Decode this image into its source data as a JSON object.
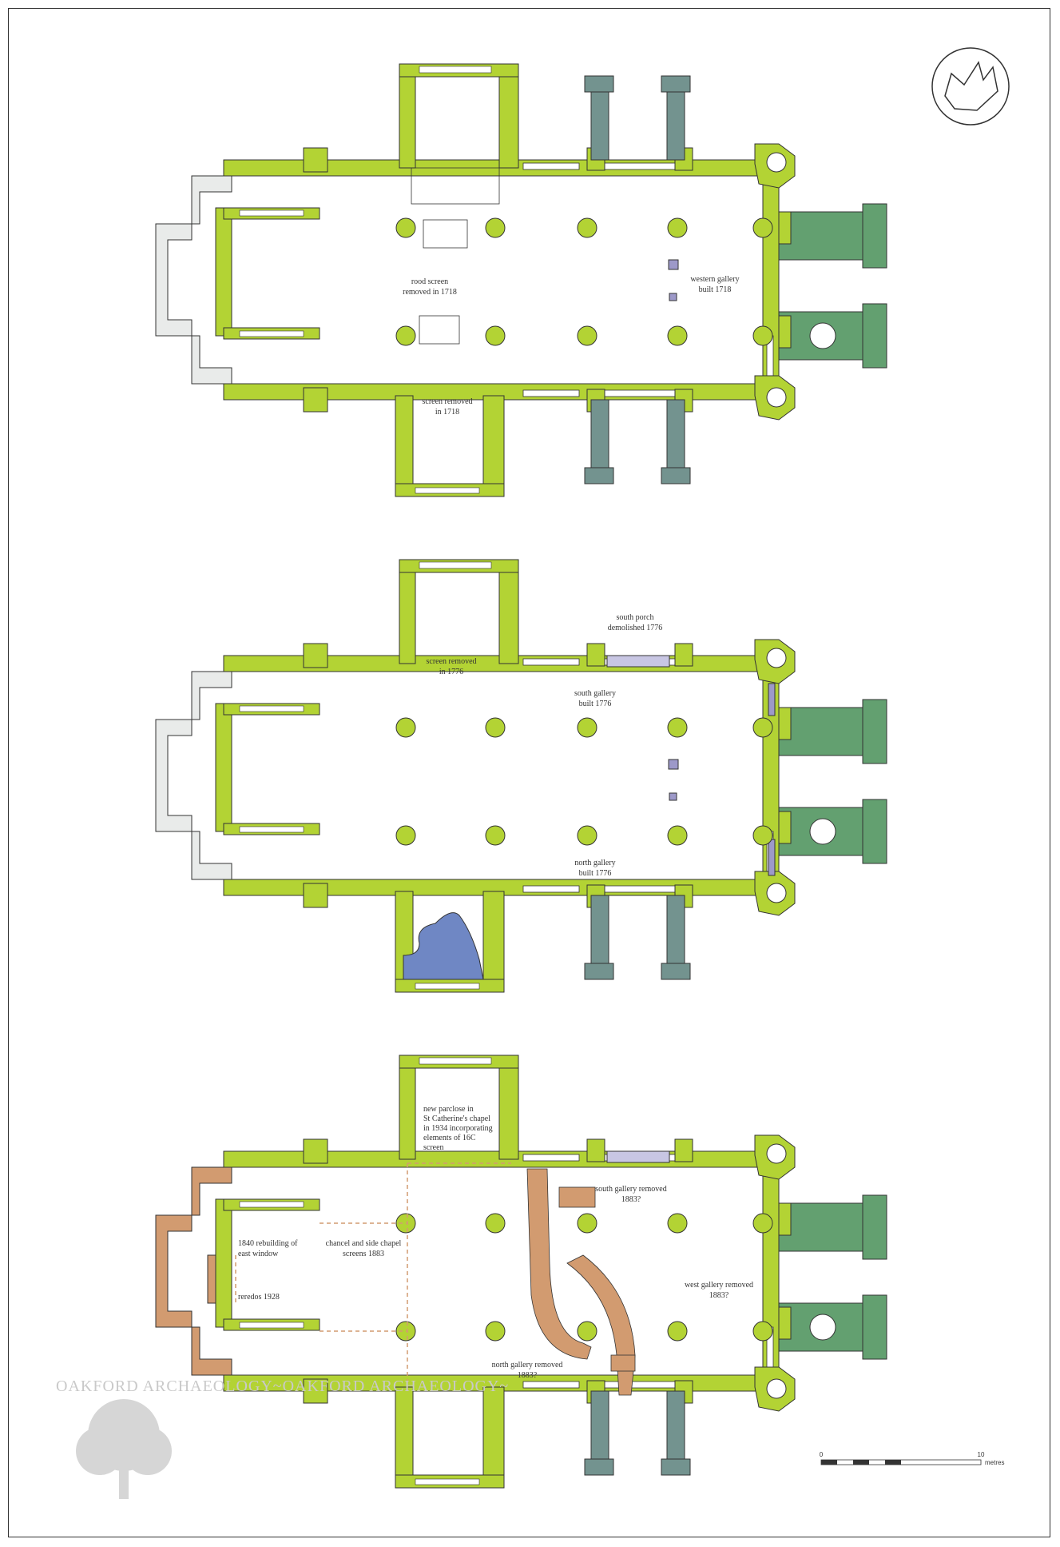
{
  "colors": {
    "medieval": "#b3d334",
    "porch": "#73938f",
    "tower_west": "#63a070",
    "gallery": "#9d99c9",
    "gallery_1776_removed": "#c8c6e3",
    "chapel_1776": "#6f87c4",
    "works_1883": "#d29b70",
    "east_lost": "#e9ebea",
    "outline": "#333333"
  },
  "icons": {
    "north_arrow": "north-arrow-icon",
    "watermark": "oak-tree-icon"
  },
  "plan1": {
    "label_rood": [
      "rood screen",
      "removed in 1718"
    ],
    "label_screen": [
      "screen removed",
      "in 1718"
    ],
    "label_western": [
      "western gallery",
      "built 1718"
    ]
  },
  "plan2": {
    "label_screen": [
      "screen removed",
      "in 1776"
    ],
    "label_porch": [
      "south porch",
      "demolished 1776"
    ],
    "label_south_gallery": [
      "south gallery",
      "built 1776"
    ],
    "label_north_gallery": [
      "north gallery",
      "built 1776"
    ]
  },
  "plan3": {
    "label_parclose": [
      "new parclose in",
      "St Catherine's chapel",
      "in 1934 incorporating",
      "elements of 16C",
      "screen"
    ],
    "label_south_gallery": [
      "south gallery removed",
      "1883?"
    ],
    "label_east_window": [
      "1840 rebuilding of",
      "east window"
    ],
    "label_chancel": [
      "chancel and side chapel",
      "screens 1883"
    ],
    "label_reredos": "reredos 1928",
    "label_west_gallery": [
      "west gallery removed",
      "1883?"
    ],
    "label_north_gallery": [
      "north gallery removed",
      "1883?"
    ]
  },
  "scale_bar": {
    "start": "0",
    "end": "10",
    "unit": "metres"
  },
  "watermark": {
    "text": "OAKFORD ARCHAEOLOGY~OAKFORD ARCHAEOLOGY~"
  }
}
